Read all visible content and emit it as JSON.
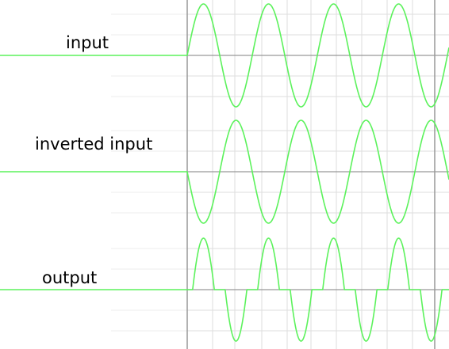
{
  "chart_data": {
    "type": "line",
    "title": "",
    "xlabel": "",
    "ylabel": "",
    "grid": true,
    "colors": {
      "trace": "#5cf25c",
      "axis": "#999999",
      "grid": "#dddddd",
      "background": "#ffffff"
    },
    "signal": {
      "onset_fraction": 0.0,
      "visible_cycles": 4.0,
      "waveform": "sine"
    },
    "series": [
      {
        "label": "input",
        "polarity": 1,
        "amplitude": 1.0,
        "mode": "normal"
      },
      {
        "label": "inverted input",
        "polarity": -1,
        "amplitude": 1.0,
        "mode": "normal"
      },
      {
        "label": "output",
        "polarity": 1,
        "amplitude": 1.0,
        "mode": "crossover-distortion",
        "dead_zone": 0.5
      }
    ]
  }
}
